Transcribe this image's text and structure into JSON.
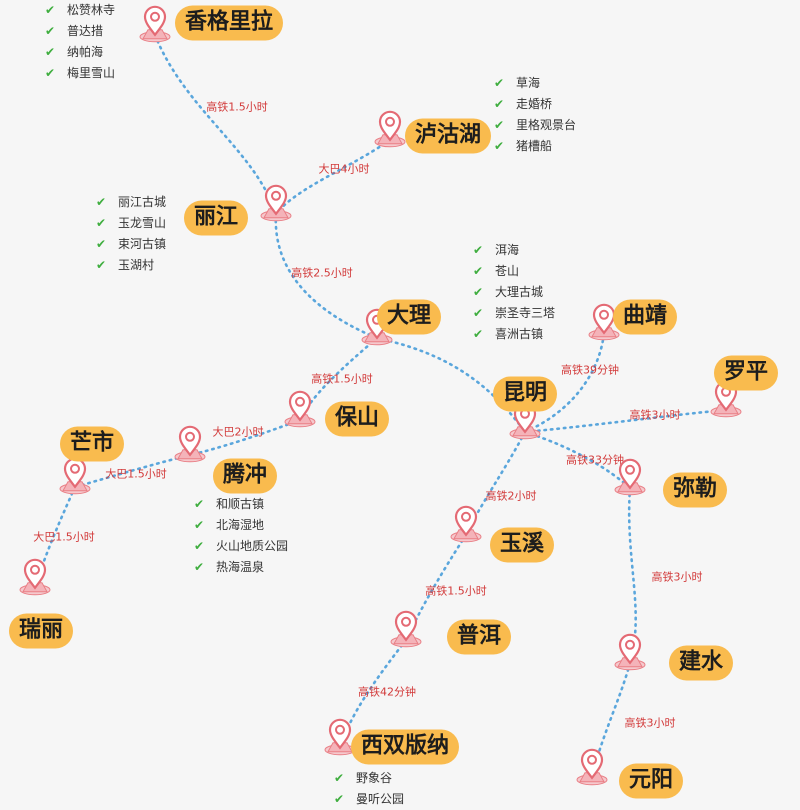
{
  "map": {
    "cities": [
      {
        "id": "xianggelila",
        "name": "香格里拉"
      },
      {
        "id": "lugu",
        "name": "泸沽湖"
      },
      {
        "id": "lijiang",
        "name": "丽江"
      },
      {
        "id": "dali",
        "name": "大理"
      },
      {
        "id": "qujing",
        "name": "曲靖"
      },
      {
        "id": "luoping",
        "name": "罗平"
      },
      {
        "id": "kunming",
        "name": "昆明"
      },
      {
        "id": "baoshan",
        "name": "保山"
      },
      {
        "id": "mangshi",
        "name": "芒市"
      },
      {
        "id": "tengchong",
        "name": "腾冲"
      },
      {
        "id": "mile",
        "name": "弥勒"
      },
      {
        "id": "yuxi",
        "name": "玉溪"
      },
      {
        "id": "ruili",
        "name": "瑞丽"
      },
      {
        "id": "puer",
        "name": "普洱"
      },
      {
        "id": "jianshui",
        "name": "建水"
      },
      {
        "id": "xishuangbanna",
        "name": "西双版纳"
      },
      {
        "id": "yuanyang",
        "name": "元阳"
      }
    ],
    "routes": [
      {
        "from": "xianggelila",
        "to": "lijiang",
        "label": "高铁1.5小时"
      },
      {
        "from": "lugu",
        "to": "lijiang",
        "label": "大巴4小时"
      },
      {
        "from": "lijiang",
        "to": "dali",
        "label": "高铁2.5小时"
      },
      {
        "from": "dali",
        "to": "kunming",
        "label": ""
      },
      {
        "from": "dali",
        "to": "baoshan",
        "label": "高铁1.5小时"
      },
      {
        "from": "baoshan",
        "to": "tengchong",
        "label": "大巴2小时"
      },
      {
        "from": "tengchong",
        "to": "mangshi",
        "label": "大巴1.5小时"
      },
      {
        "from": "mangshi",
        "to": "ruili",
        "label": "大巴1.5小时"
      },
      {
        "from": "kunming",
        "to": "qujing",
        "label": "高铁39分钟"
      },
      {
        "from": "kunming",
        "to": "luoping",
        "label": "高铁3小时"
      },
      {
        "from": "kunming",
        "to": "mile",
        "label": "高铁33分钟"
      },
      {
        "from": "kunming",
        "to": "yuxi",
        "label": "高铁2小时"
      },
      {
        "from": "yuxi",
        "to": "puer",
        "label": "高铁1.5小时"
      },
      {
        "from": "puer",
        "to": "xishuangbanna",
        "label": "高铁42分钟"
      },
      {
        "from": "mile",
        "to": "jianshui",
        "label": "高铁3小时"
      },
      {
        "from": "jianshui",
        "to": "yuanyang",
        "label": "高铁3小时"
      }
    ],
    "attraction_lists": [
      {
        "city": "xianggelila",
        "items": [
          "松赞林寺",
          "普达措",
          "纳帕海",
          "梅里雪山"
        ]
      },
      {
        "city": "lugu",
        "items": [
          "草海",
          "走婚桥",
          "里格观景台",
          "猪槽船"
        ]
      },
      {
        "city": "lijiang",
        "items": [
          "丽江古城",
          "玉龙雪山",
          "束河古镇",
          "玉湖村"
        ]
      },
      {
        "city": "dali",
        "items": [
          "洱海",
          "苍山",
          "大理古城",
          "崇圣寺三塔",
          "喜洲古镇"
        ]
      },
      {
        "city": "tengchong",
        "items": [
          "和顺古镇",
          "北海湿地",
          "火山地质公园",
          "热海温泉"
        ]
      },
      {
        "city": "xishuangbanna",
        "items": [
          "野象谷",
          "曼听公园"
        ]
      }
    ],
    "icons": {
      "check": "check-icon",
      "pin": "location-pin-icon"
    },
    "colors": {
      "route": "#5aa6dc",
      "label_bg": "#f9bb4e",
      "segment_text": "#d23a3a",
      "check": "#3fae3f",
      "pin": "#e97f86"
    }
  }
}
